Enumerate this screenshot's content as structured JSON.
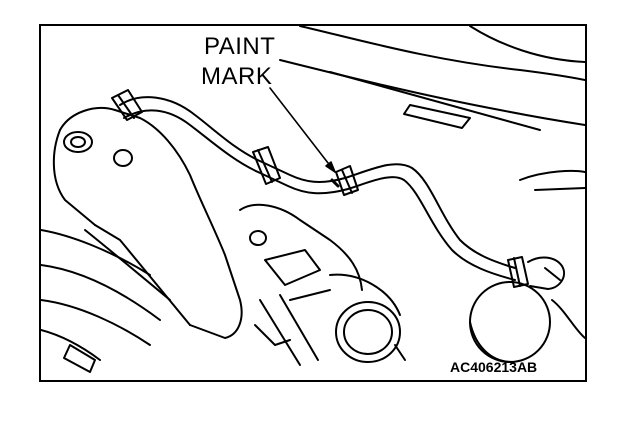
{
  "callout": {
    "line1": "PAINT",
    "line2": "MARK"
  },
  "figure_code": "AC406213AB"
}
